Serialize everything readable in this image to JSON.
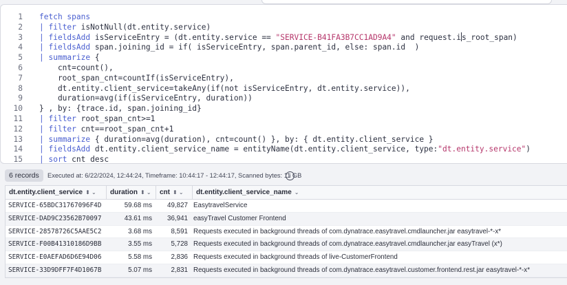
{
  "editor": {
    "lines": [
      {
        "n": "1",
        "parts": [
          {
            "t": "fetch spans",
            "c": "kw"
          }
        ]
      },
      {
        "n": "2",
        "parts": [
          {
            "t": "| ",
            "c": "kw"
          },
          {
            "t": "filter",
            "c": "kw"
          },
          {
            "t": " isNotNull(dt.entity.service)",
            "c": "plain"
          }
        ]
      },
      {
        "n": "3",
        "parts": [
          {
            "t": "| ",
            "c": "kw"
          },
          {
            "t": "fieldsAdd",
            "c": "kw"
          },
          {
            "t": " isServiceEntry = (dt.entity.service == ",
            "c": "plain"
          },
          {
            "t": "\"SERVICE-B41FA3B7CC1AD9A4\"",
            "c": "str"
          },
          {
            "t": " and request.i",
            "c": "plain"
          },
          {
            "t": "|",
            "c": "cursor"
          },
          {
            "t": "s_root_span)",
            "c": "plain"
          }
        ]
      },
      {
        "n": "4",
        "parts": [
          {
            "t": "| ",
            "c": "kw"
          },
          {
            "t": "fieldsAdd",
            "c": "kw"
          },
          {
            "t": " span.joining_id = if( isServiceEntry, span.parent_id, else: span.id  )",
            "c": "plain"
          }
        ]
      },
      {
        "n": "5",
        "parts": [
          {
            "t": "| ",
            "c": "kw"
          },
          {
            "t": "summarize",
            "c": "kw"
          },
          {
            "t": " {",
            "c": "plain"
          }
        ]
      },
      {
        "n": "6",
        "parts": [
          {
            "t": "    cnt=count(),",
            "c": "plain"
          }
        ]
      },
      {
        "n": "7",
        "parts": [
          {
            "t": "    root_span_cnt=countIf(isServiceEntry),",
            "c": "plain"
          }
        ]
      },
      {
        "n": "8",
        "parts": [
          {
            "t": "    dt.entity.client_service=takeAny(if(not isServiceEntry, dt.entity.service)),",
            "c": "plain"
          }
        ]
      },
      {
        "n": "9",
        "parts": [
          {
            "t": "    duration=avg(if(isServiceEntry, duration))",
            "c": "plain"
          }
        ]
      },
      {
        "n": "10",
        "parts": [
          {
            "t": "} , by: {trace.id, span.joining_id}",
            "c": "plain"
          }
        ]
      },
      {
        "n": "11",
        "parts": [
          {
            "t": "| ",
            "c": "kw"
          },
          {
            "t": "filter",
            "c": "kw"
          },
          {
            "t": " root_span_cnt>=1",
            "c": "plain"
          }
        ]
      },
      {
        "n": "12",
        "parts": [
          {
            "t": "| ",
            "c": "kw"
          },
          {
            "t": "filter",
            "c": "kw"
          },
          {
            "t": " cnt==root_span_cnt+1",
            "c": "plain"
          }
        ]
      },
      {
        "n": "13",
        "parts": [
          {
            "t": "| ",
            "c": "kw"
          },
          {
            "t": "summarize",
            "c": "kw"
          },
          {
            "t": " { duration=avg(duration), cnt=count() }, by: { dt.entity.client_service }",
            "c": "plain"
          }
        ]
      },
      {
        "n": "14",
        "parts": [
          {
            "t": "| ",
            "c": "kw"
          },
          {
            "t": "fieldsAdd",
            "c": "kw"
          },
          {
            "t": " dt.entity.client_service_name = entityName(dt.entity.client_service, type:",
            "c": "plain"
          },
          {
            "t": "\"dt.entity.service\"",
            "c": "str"
          },
          {
            "t": ")",
            "c": "plain"
          }
        ]
      },
      {
        "n": "15",
        "parts": [
          {
            "t": "| ",
            "c": "kw"
          },
          {
            "t": "sort",
            "c": "kw"
          },
          {
            "t": " cnt desc",
            "c": "plain"
          }
        ]
      }
    ]
  },
  "results": {
    "records_label": "6 records",
    "exec_info": "Executed at: 6/22/2024, 12:44:24, Timeframe: 10:44:17 - 12:44:17, Scanned bytes: 11 GB",
    "info_icon": "info-icon",
    "columns": [
      {
        "label": "dt.entity.client_service",
        "arrows": "⬍ ⌄"
      },
      {
        "label": "duration",
        "arrows": "⬍ ⌄"
      },
      {
        "label": "cnt",
        "arrows": "⬍ ⌄"
      },
      {
        "label": "dt.entity.client_service_name",
        "arrows": "⌄"
      }
    ],
    "rows": [
      [
        "SERVICE-65BDC31767096F4D",
        "59.68 ms",
        "49,827",
        "EasytravelService"
      ],
      [
        "SERVICE-DAD9C23562B70097",
        "43.61 ms",
        "36,941",
        "easyTravel Customer Frontend"
      ],
      [
        "SERVICE-28578726C5AAE5C2",
        "3.68 ms",
        "8,591",
        "Requests executed in background threads of com.dynatrace.easytravel.cmdlauncher.jar easytravel-*-x*"
      ],
      [
        "SERVICE-F00B41310186D9BB",
        "3.55 ms",
        "5,728",
        "Requests executed in background threads of com.dynatrace.easytravel.cmdlauncher.jar easyTravel (x*)"
      ],
      [
        "SERVICE-E0AEFAD6D6E94D06",
        "5.58 ms",
        "2,836",
        "Requests executed in background threads of live-CustomerFrontend"
      ],
      [
        "SERVICE-33D9DFF7F4D1067B",
        "5.07 ms",
        "2,831",
        "Requests executed in background threads of com.dynatrace.easytravel.customer.frontend.rest.jar easytravel-*-x*"
      ]
    ]
  }
}
